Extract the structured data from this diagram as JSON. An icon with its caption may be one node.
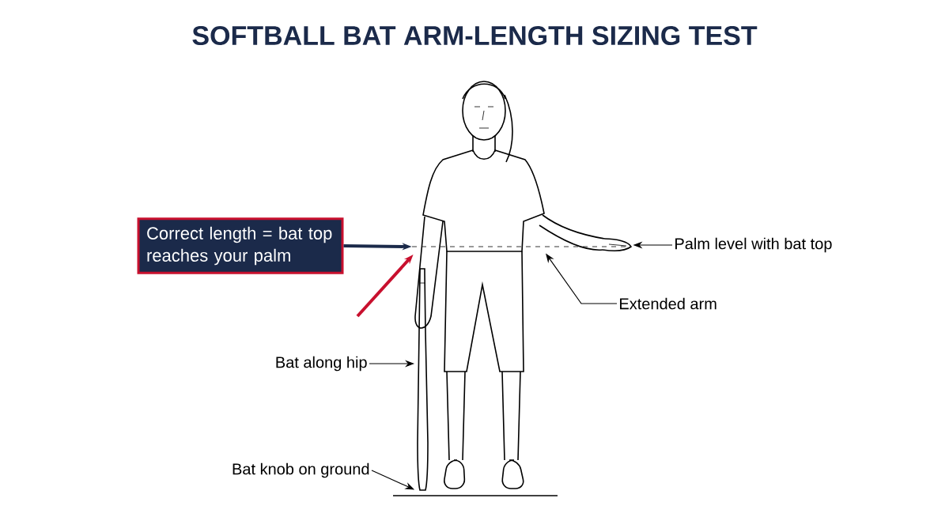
{
  "diagram": {
    "title": "SOFTBALL BAT ARM-LENGTH SIZING TEST",
    "nodes": [
      {
        "text": [
          "Correct length = bat top reaches your palm"
        ]
      },
      {
        "text": [
          "Palm level with bat top"
        ]
      },
      {
        "text": [
          "Extended arm"
        ]
      },
      {
        "text": [
          "Bat along hip"
        ]
      },
      {
        "text": [
          "Bat knob on ground"
        ]
      },
      {
        "text": [],
        "shape": "bar"
      },
      {
        "text": [],
        "shape": "picture"
      },
      {
        "text": [],
        "shape": "line"
      }
    ],
    "edges": [
      {
        "from": 0,
        "to": 7,
        "arrow": "to",
        "style": "thick",
        "color": "#1b2a4a"
      },
      {
        "from": null,
        "to": 7,
        "arrow": "to",
        "style": "thick",
        "color": "#c8102e"
      },
      {
        "from": 1,
        "to": 6,
        "arrow": "to"
      },
      {
        "from": 2,
        "to": 7,
        "arrow": "to"
      },
      {
        "from": 3,
        "to": 5,
        "arrow": "to"
      },
      {
        "from": 4,
        "to": 5,
        "arrow": "to"
      }
    ]
  }
}
